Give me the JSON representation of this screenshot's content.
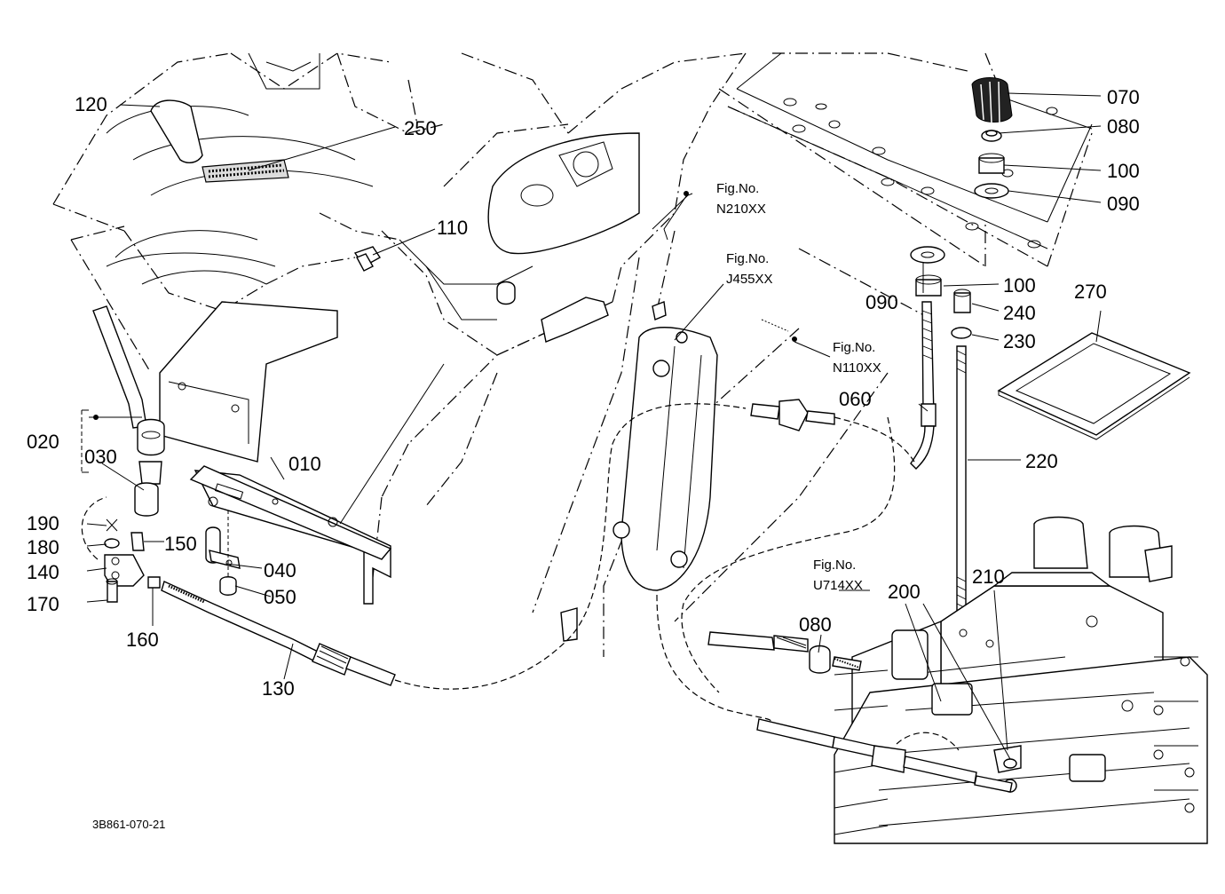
{
  "drawing": {
    "code": "3B861-070-21",
    "part_labels": [
      "120",
      "250",
      "110",
      "010",
      "020",
      "030",
      "190",
      "180",
      "140",
      "170",
      "150",
      "160",
      "040",
      "050",
      "130",
      "070",
      "080",
      "100",
      "090",
      "240",
      "230",
      "270",
      "060",
      "220",
      "200",
      "210"
    ],
    "fig_references": [
      {
        "line1": "Fig.No.",
        "line2": "N210XX"
      },
      {
        "line1": "Fig.No.",
        "line2": "J455XX"
      },
      {
        "line1": "Fig.No.",
        "line2": "N110XX"
      },
      {
        "line1": "Fig.No.",
        "line2": "U714XX"
      }
    ]
  }
}
